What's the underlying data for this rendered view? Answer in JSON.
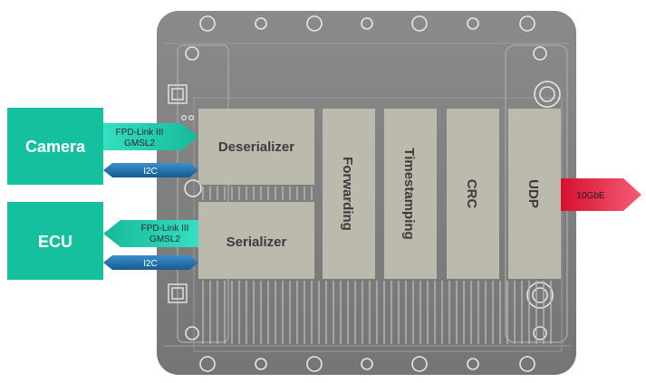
{
  "devices": {
    "camera": "Camera",
    "ecu": "ECU"
  },
  "interfaces": {
    "fpd_line1": "FPD-Link III",
    "fpd_line2": "GMSL2",
    "i2c": "I2C",
    "ethernet": "10GbE"
  },
  "blocks": {
    "deserializer": "Deserializer",
    "serializer": "Serializer",
    "forwarding": "Forwarding",
    "timestamping": "Timestamping",
    "crc": "CRC",
    "udp": "UDP"
  },
  "colors": {
    "device_green": "#14c09e",
    "arrow_teal": "#2ad8b8",
    "i2c_blue": "#1f6fae",
    "ethernet_red": "#e8203f",
    "block_beige": "#bcb9ad",
    "board_gray": "#7f7f7f"
  }
}
